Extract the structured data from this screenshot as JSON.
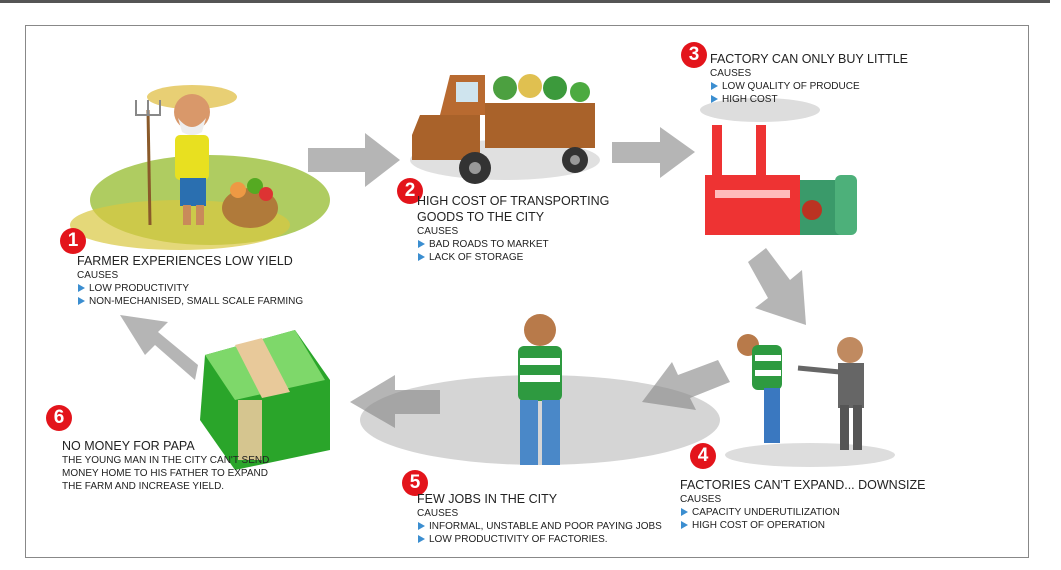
{
  "steps": [
    {
      "num": "1",
      "title": "FARMER EXPERIENCES LOW YIELD",
      "causes_label": "CAUSES",
      "causes": [
        "LOW PRODUCTIVITY",
        "NON-MECHANISED, SMALL SCALE FARMING"
      ]
    },
    {
      "num": "2",
      "title_lines": [
        "HIGH COST OF TRANSPORTING",
        "GOODS TO THE CITY"
      ],
      "causes_label": "CAUSES",
      "causes": [
        "BAD ROADS TO MARKET",
        "LACK OF STORAGE"
      ]
    },
    {
      "num": "3",
      "title": "FACTORY CAN ONLY BUY LITTLE",
      "causes_label": "CAUSES",
      "causes": [
        "LOW QUALITY OF PRODUCE",
        "HIGH COST"
      ]
    },
    {
      "num": "4",
      "title": "FACTORIES CAN'T EXPAND... DOWNSIZE",
      "causes_label": "CAUSES",
      "causes": [
        "CAPACITY UNDERUTILIZATION",
        "HIGH COST OF OPERATION"
      ]
    },
    {
      "num": "5",
      "title": "FEW JOBS IN THE CITY",
      "causes_label": "CAUSES",
      "causes": [
        "INFORMAL, UNSTABLE AND POOR PAYING JOBS",
        "LOW PRODUCTIVITY OF FACTORIES."
      ]
    },
    {
      "num": "6",
      "title": "NO MONEY FOR PAPA",
      "lines": [
        "THE YOUNG MAN IN THE CITY CAN'T SEND",
        "MONEY HOME TO HIS FATHER TO EXPAND",
        "THE FARM AND INCREASE YIELD."
      ]
    }
  ],
  "colors": {
    "badge": "#e3141b",
    "arrow": "#b5b5b5",
    "bullet": "#3b8ed0"
  }
}
